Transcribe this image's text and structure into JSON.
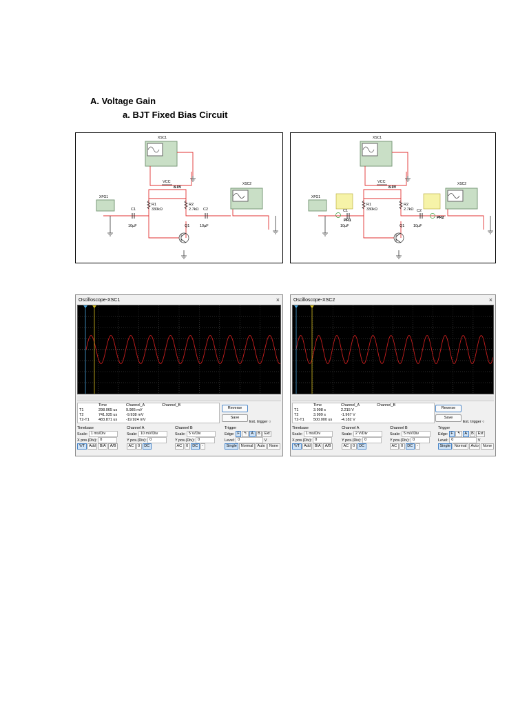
{
  "headings": {
    "section": "A.  Voltage Gain",
    "subsection": "a.   BJT Fixed Bias Circuit"
  },
  "circuit": {
    "xsc1": "XSC1",
    "xsc2": "XSC2",
    "xfg1": "XFG1",
    "vcc": "VCC",
    "vcc_value": "8.0V",
    "r1": "R1",
    "r1_value": "330kΩ",
    "r2": "R2",
    "r2_value": "2.7kΩ",
    "c1": "C1",
    "c1_value": "10µF",
    "c2": "C2",
    "c2_value": "10µF",
    "q1": "Q1",
    "pr1": "PR1",
    "pr2": "PR2"
  },
  "scope1": {
    "title": "Oscilloscope-XSC1",
    "close": "×",
    "table": {
      "headers": [
        "",
        "Time",
        "Channel_A",
        "Channel_B"
      ],
      "rows": [
        [
          "T1",
          "298.065 us",
          "9.985 mV",
          ""
        ],
        [
          "T2",
          "741.935 us",
          "-9.938 mV",
          ""
        ],
        [
          "T2-T1",
          "483.871 us",
          "-19.924 mV",
          ""
        ]
      ]
    },
    "reverse": "Reverse",
    "save": "Save",
    "ext_trigger": "Ext. trigger",
    "timebase": {
      "title": "Timebase",
      "scale_label": "Scale:",
      "scale": "1 ms/Div",
      "pos_label": "X pos.(Div):",
      "pos": "0"
    },
    "channel_a": {
      "title": "Channel A",
      "scale_label": "Scale:",
      "scale": "10 mV/Div",
      "pos_label": "Y pos.(Div):",
      "pos": "0"
    },
    "channel_b": {
      "title": "Channel B",
      "scale_label": "Scale:",
      "scale": "5 V/Div",
      "pos_label": "Y pos.(Div):",
      "pos": "0"
    },
    "trigger": {
      "title": "Trigger",
      "edge_label": "Edge:",
      "level_label": "Level:",
      "level": "0",
      "unit": "V"
    },
    "mode_buttons": [
      "Y/T",
      "Add",
      "B/A",
      "A/B"
    ],
    "coupling": [
      "AC",
      "0",
      "DC"
    ],
    "coupling_b": [
      "AC",
      "0",
      "DC",
      "-"
    ],
    "edge_buttons": [
      "F",
      "↰",
      "A",
      "B",
      "Ext"
    ],
    "trigger_modes": [
      "Single",
      "Normal",
      "Auto",
      "None"
    ]
  },
  "scope2": {
    "title": "Oscilloscope-XSC2",
    "close": "×",
    "table": {
      "headers": [
        "",
        "Time",
        "Channel_A",
        "Channel_B"
      ],
      "rows": [
        [
          "T1",
          "3.998 s",
          "2.215 V",
          ""
        ],
        [
          "T2",
          "3.999 s",
          "-1.967 V",
          ""
        ],
        [
          "T2-T1",
          "500.000 us",
          "-4.182 V",
          ""
        ]
      ]
    },
    "reverse": "Reverse",
    "save": "Save",
    "ext_trigger": "Ext. trigger",
    "timebase": {
      "title": "Timebase",
      "scale_label": "Scale:",
      "scale": "1 ms/Div",
      "pos_label": "X pos.(Div):",
      "pos": "0"
    },
    "channel_a": {
      "title": "Channel A",
      "scale_label": "Scale:",
      "scale": "2 V/Div",
      "pos_label": "Y pos.(Div):",
      "pos": "0"
    },
    "channel_b": {
      "title": "Channel B",
      "scale_label": "Scale:",
      "scale": "5 mV/Div",
      "pos_label": "Y pos.(Div):",
      "pos": "0"
    },
    "trigger": {
      "title": "Trigger",
      "edge_label": "Edge:",
      "level_label": "Level:",
      "level": "0",
      "unit": "V"
    },
    "mode_buttons": [
      "Y/T",
      "Add",
      "B/A",
      "A/B"
    ],
    "coupling": [
      "AC",
      "0",
      "DC"
    ],
    "coupling_b": [
      "AC",
      "0",
      "DC",
      "-"
    ],
    "edge_buttons": [
      "F",
      "↰",
      "A",
      "B",
      "Ext"
    ],
    "trigger_modes": [
      "Single",
      "Normal",
      "Auto",
      "None"
    ]
  },
  "colors": {
    "wire": "#e03030",
    "trace": "#c81e1e",
    "cursor1": "#4aa8e0",
    "cursor2": "#d8c020",
    "screen": "#000000",
    "instrument": "#c9dfc6"
  }
}
